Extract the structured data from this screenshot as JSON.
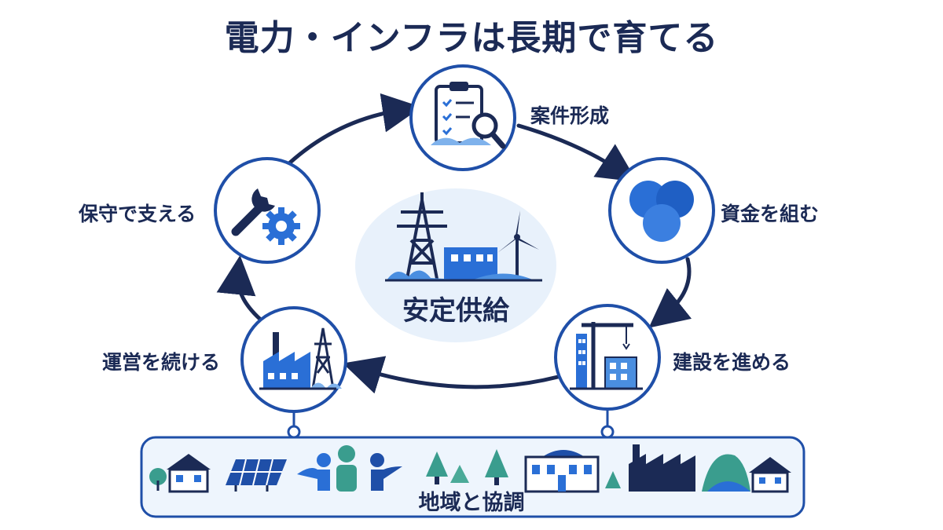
{
  "title": "電力・インフラは長期で育てる",
  "center": {
    "label": "安定供給"
  },
  "steps": [
    {
      "label": "案件形成",
      "icon": "clipboard-search-icon"
    },
    {
      "label": "資金を組む",
      "icon": "three-circles-icon"
    },
    {
      "label": "建設を進める",
      "icon": "crane-building-icon"
    },
    {
      "label": "運営を続ける",
      "icon": "factory-pylon-icon"
    },
    {
      "label": "保守で支える",
      "icon": "wrench-gear-icon"
    }
  ],
  "community": {
    "label": "地域と協調",
    "icons": [
      "house-icon",
      "solar-panel-icon",
      "people-icon",
      "trees-icon",
      "public-building-icon",
      "factory-icon",
      "hill-icon"
    ]
  },
  "colors": {
    "navy": "#1b2a55",
    "blue": "#2a6fd6",
    "light_blue": "#7fb2ec",
    "ring": "#1f4fa8",
    "pale": "#e8f1fb",
    "teal": "#3a9d8e"
  }
}
